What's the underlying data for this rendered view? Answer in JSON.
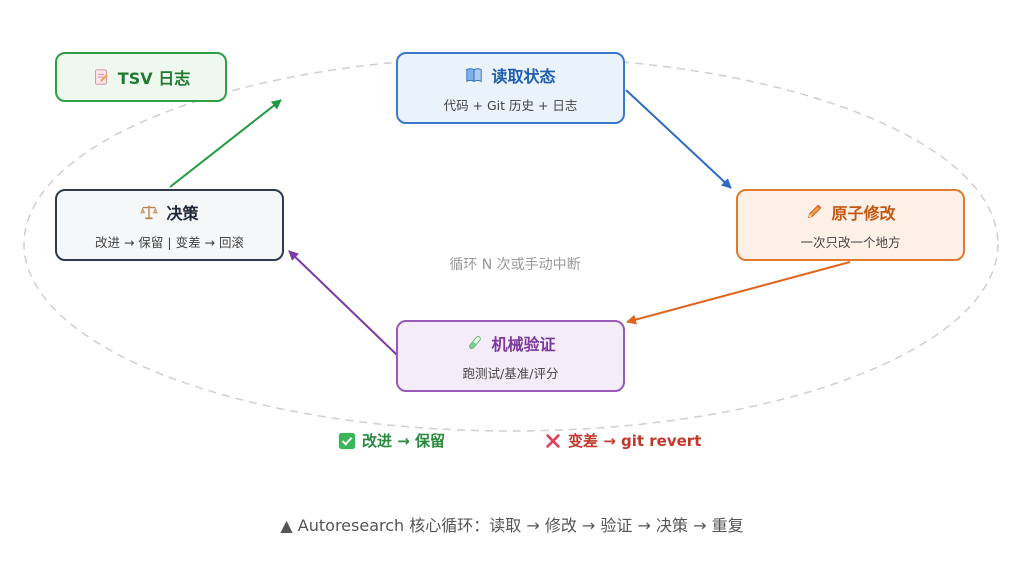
{
  "nodes": {
    "read": {
      "title": "读取状态",
      "sub": "代码 + Git 历史 + 日志",
      "icon": "book-icon"
    },
    "edit": {
      "title": "原子修改",
      "sub": "一次只改一个地方",
      "icon": "pencil-icon"
    },
    "verify": {
      "title": "机械验证",
      "sub": "跑测试/基准/评分",
      "icon": "test-tube-icon"
    },
    "decide": {
      "title": "决策",
      "sub": "改进 → 保留 | 变差 → 回滚",
      "icon": "scales-icon"
    },
    "tsv": {
      "title": "TSV 日志",
      "icon": "memo-icon"
    }
  },
  "center_label": "循环 N 次或手动中断",
  "legend": {
    "keep": "改进 → 保留",
    "revert": "变差 → git revert"
  },
  "caption": "▲ Autoresearch 核心循环：读取 → 修改 → 验证 → 决策 → 重复",
  "colors": {
    "blue": "#3a78c9",
    "orange": "#e07a2e",
    "purple": "#9a59b7",
    "green": "#2f9e44",
    "dark": "#2e3a4f"
  }
}
